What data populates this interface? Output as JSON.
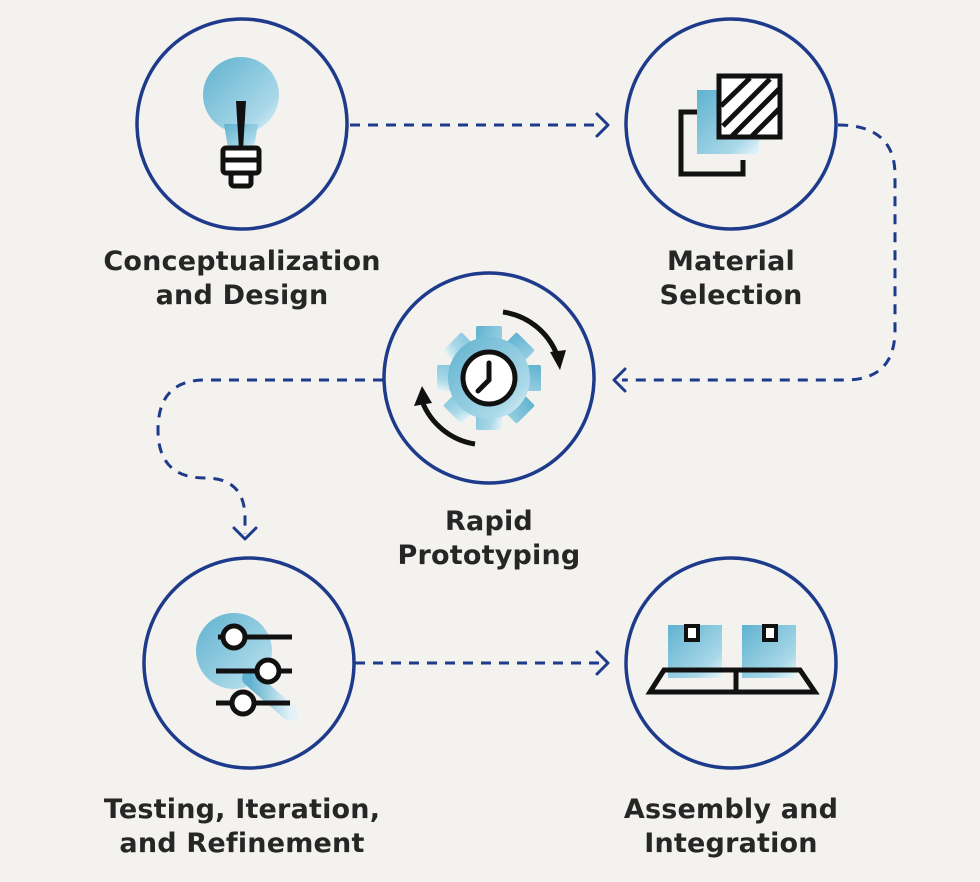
{
  "colors": {
    "background": "#f3f2ef",
    "circle_stroke": "#1e3a8a",
    "arrow": "#1e3a8a",
    "icon_fill": "#6fbcd6",
    "icon_fill_light": "#d9eef6",
    "icon_line": "#111111",
    "text": "#262626"
  },
  "steps": [
    {
      "id": "concept",
      "icon": "lightbulb-icon",
      "line1": "Conceptualization",
      "line2": "and Design"
    },
    {
      "id": "material",
      "icon": "layers-icon",
      "line1": "Material",
      "line2": "Selection"
    },
    {
      "id": "rapid",
      "icon": "gear-clock-icon",
      "line1": "Rapid",
      "line2": "Prototyping"
    },
    {
      "id": "testing",
      "icon": "sliders-icon",
      "line1": "Testing, Iteration,",
      "line2": "and Refinement"
    },
    {
      "id": "assembly",
      "icon": "boxes-icon",
      "line1": "Assembly and",
      "line2": "Integration"
    }
  ]
}
